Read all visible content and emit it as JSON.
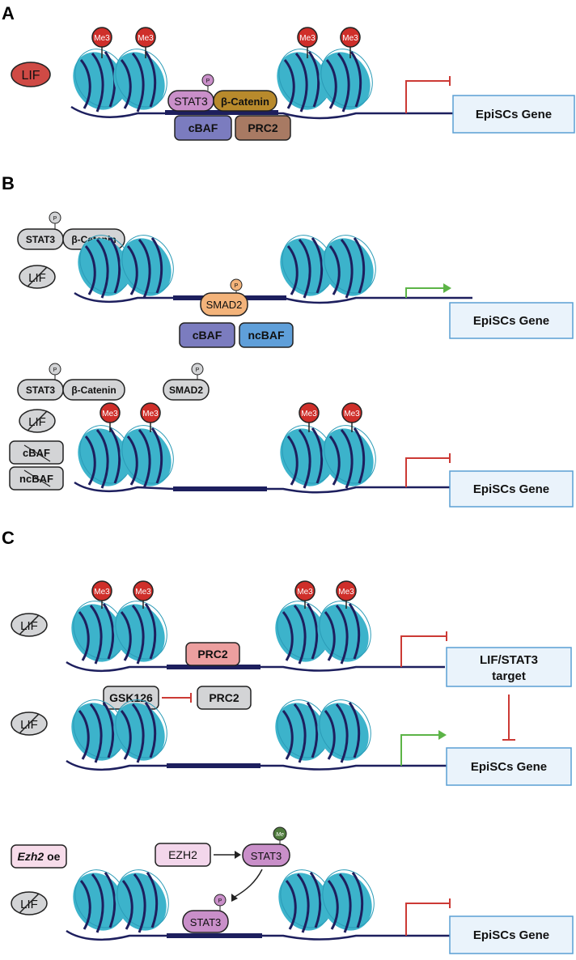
{
  "panels": {
    "a": {
      "letter": "A"
    },
    "b": {
      "letter": "B"
    },
    "c": {
      "letter": "C"
    }
  },
  "text": {
    "lif": "LIF",
    "me3": "Me3",
    "p": "P",
    "me": "Me",
    "stat3": "STAT3",
    "beta_catenin": "β-Catenin",
    "cbaf": "cBAF",
    "ncbaf": "ncBAF",
    "prc2": "PRC2",
    "smad2": "SMAD2",
    "gsk126": "GSK126",
    "ezh2": "EZH2",
    "ezh2_oe_gene": "Ezh2",
    "ezh2_oe_suffix": " oe",
    "episcs_gene": "EpiSCs Gene",
    "lif_stat3_target_line1": "LIF/STAT3",
    "lif_stat3_target_line2": "target"
  },
  "colors": {
    "nucleosome": "#3cb3cb",
    "nucleosome_dark": "#2591ab",
    "dna": "#1d1f5e",
    "me3": "#cf2f2a",
    "me_green": "#4e7a3c",
    "stat3": "#c98fc9",
    "beta_catenin": "#b88a2c",
    "cbaf": "#7b7cbf",
    "ncbaf": "#5f9fd9",
    "prc2_brown": "#a87a63",
    "prc2_pink": "#ec9f9f",
    "smad2": "#f3b37a",
    "inactive": "#d3d4d6",
    "lif_red": "#cf4a45",
    "gene_box_fill": "#eaf3fb",
    "gene_box_stroke": "#5a9fd4",
    "repress": "#cc3a35",
    "activate": "#5cb447",
    "ezh2": "#f3d6eb",
    "ezh2_oe": "#f7dcea"
  }
}
